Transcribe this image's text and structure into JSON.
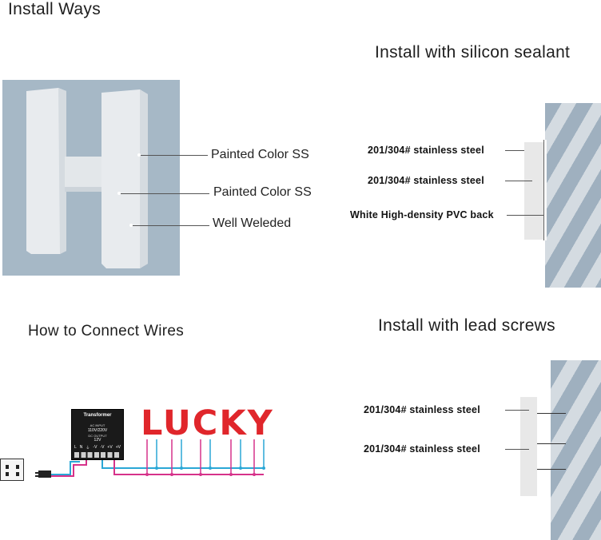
{
  "titles": {
    "install_ways": "Install Ways",
    "silicon": "Install with silicon sealant",
    "wires": "How to Connect Wires",
    "screws": "Install with lead screws"
  },
  "h_panel": {
    "labels": [
      "Painted Color SS",
      "Painted Color SS",
      "Well Weleded"
    ],
    "bg_color": "#a6b8c6",
    "letter_color": "#e9ecef"
  },
  "silicon_section": {
    "labels": [
      "201/304# stainless steel",
      "201/304# stainless steel",
      "White High-density PVC back"
    ]
  },
  "screws_section": {
    "labels": [
      "201/304# stainless steel",
      "201/304# stainless steel"
    ]
  },
  "wiring": {
    "transformer_title": "Transformer",
    "transformer_input": "AC INPUT",
    "transformer_input_value": "110V/220V",
    "transformer_output": "DC OUTPUT",
    "transformer_output_value": "12V",
    "terminals": [
      "L",
      "N",
      "⏚",
      "-V",
      "-V",
      "+V",
      "+V"
    ],
    "sign_text": "LUCKY",
    "sign_color": "#e0262b",
    "wire_blue": "#2aa7d6",
    "wire_pink": "#d6328a"
  }
}
